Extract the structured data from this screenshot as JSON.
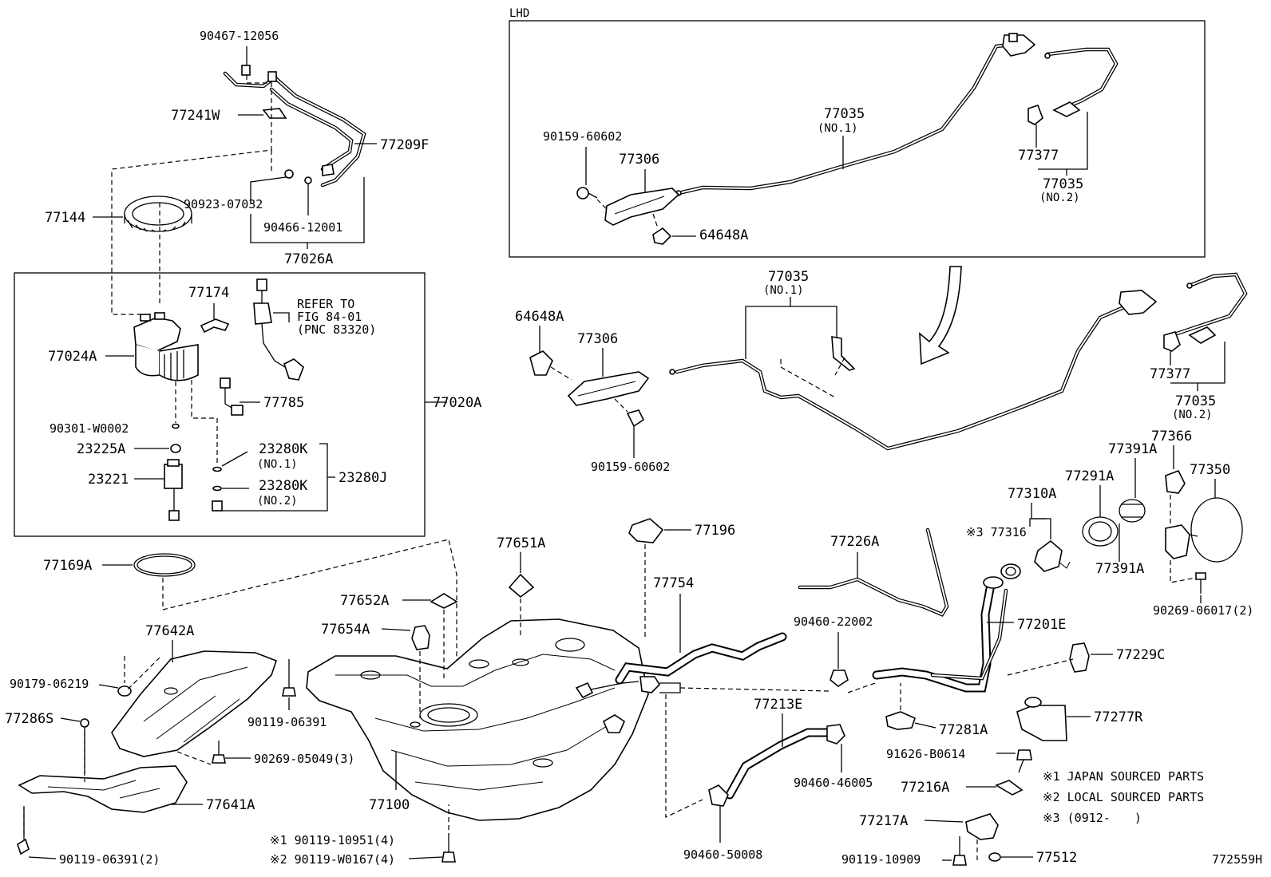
{
  "lhd_label": "LHD",
  "labels": {
    "p90467_12056": "90467-12056",
    "p77241W": "77241W",
    "p77209F": "77209F",
    "p77144": "77144",
    "p90923_07032": "90923-07032",
    "p90466_12001": "90466-12001",
    "p77026A": "77026A",
    "p77174": "77174",
    "refer_line1": "REFER TO",
    "refer_line2": "FIG 84-01",
    "refer_line3": "(PNC 83320)",
    "p77024A": "77024A",
    "p77785": "77785",
    "p77020A": "77020A",
    "p90301_W0002": "90301-W0002",
    "p23225A": "23225A",
    "p23221": "23221",
    "p23280K_1": "23280K",
    "no1_a": "(NO.1)",
    "p23280K_2": "23280K",
    "no2_a": "(NO.2)",
    "p23280J": "23280J",
    "p77169A": "77169A",
    "lhd_90159_60602": "90159-60602",
    "lhd_77306": "77306",
    "lhd_77035": "77035",
    "lhd_no1": "(NO.1)",
    "lhd_64648A": "64648A",
    "lhd_77377": "77377",
    "lhd_77035_2": "77035",
    "lhd_no2": "(NO.2)",
    "m_64648A": "64648A",
    "m_77306": "77306",
    "m_77035": "77035",
    "m_no1": "(NO.1)",
    "m_90159_60602": "90159-60602",
    "m_77377": "77377",
    "m_77035_2": "77035",
    "m_no2": "(NO.2)",
    "p77366": "77366",
    "p77391A_top": "77391A",
    "p77350": "77350",
    "p77291A": "77291A",
    "p77310A": "77310A",
    "p77316": "※3 77316",
    "p77391A_bot": "77391A",
    "p90269_06017": "90269-06017(2)",
    "p77196": "77196",
    "p77226A": "77226A",
    "p77754": "77754",
    "p90460_22002": "90460-22002",
    "p77201E": "77201E",
    "p77229C": "77229C",
    "p77651A": "77651A",
    "p77652A": "77652A",
    "p77654A": "77654A",
    "p77642A": "77642A",
    "p90179_06219": "90179-06219",
    "p90119_06391": "90119-06391",
    "p77286S": "77286S",
    "p90269_05049": "90269-05049(3)",
    "p77641A": "77641A",
    "p90119_06391_2": "90119-06391(2)",
    "p77100": "77100",
    "p90119_10951": "※1 90119-10951(4)",
    "p90119_W0167": "※2 90119-W0167(4)",
    "p77213E": "77213E",
    "p90460_46005": "90460-46005",
    "p90460_50008": "90460-50008",
    "p77281A": "77281A",
    "p77277R": "77277R",
    "p91626_B0614": "91626-B0614",
    "p77216A": "77216A",
    "p77217A": "77217A",
    "p90119_10909": "90119-10909",
    "p77512": "77512",
    "diagram_code": "772559H"
  },
  "notes": [
    "※1 JAPAN SOURCED PARTS",
    "※2 LOCAL SOURCED PARTS",
    "※3 (0912-　　)"
  ]
}
